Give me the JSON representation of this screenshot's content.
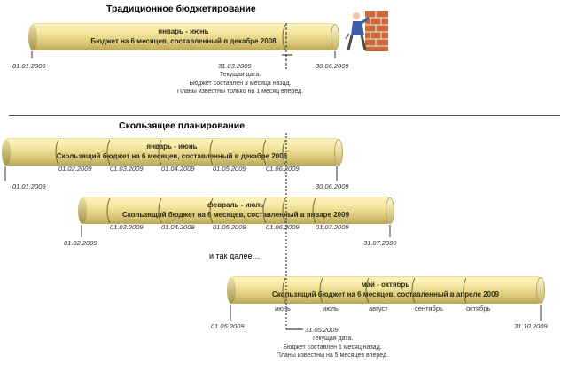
{
  "traditional": {
    "title": "Традиционное бюджетирование",
    "bar_line1": "январь - июнь",
    "bar_line2": "Бюджет на 6 месяцев, составленный в декабре 2008",
    "date_start": "01.01.2009",
    "date_now": "31.03.2009",
    "date_end": "30.06.2009",
    "note_lines": [
      "Текущая дата.",
      "Бюджет составлен 3 месяца назад.",
      "Планы известны только на 1 месяц вперед."
    ]
  },
  "rolling": {
    "title": "Скользящее планирование",
    "bar1": {
      "line1": "январь - июнь",
      "line2": "Скользящий бюджет на 6 месяцев, составленный в декабре 2008",
      "inner_dates": [
        "01.02.2009",
        "01.03.2009",
        "01.04.2009",
        "01.05.2009",
        "01.06.2009"
      ],
      "date_start": "01.01.2009",
      "date_end": "30.06.2009"
    },
    "bar2": {
      "line1": "февраль - июль",
      "line2": "Скользящий бюджет на 6 месяцев, составленный в январе 2009",
      "inner_dates": [
        "01.03.2009",
        "01.04.2009",
        "01.05.2009",
        "01.06.2009",
        "01.07.2009"
      ],
      "date_start": "01.02.2009",
      "date_end": "31.07.2009"
    },
    "ellipsis": "и так далее…",
    "bar3": {
      "line1": "май - октябрь",
      "line2": "Скользящий бюджет на 6 месяцев, составленный в апреле 2009",
      "months": [
        "июнь",
        "июль",
        "август",
        "сентябрь",
        "октябрь"
      ],
      "date_start": "01.05.2009",
      "date_end": "31.10.2009"
    },
    "date_now": "31.05.2009",
    "note_lines": [
      "Текущая дата.",
      "Бюджет составлен 1 месяц назад.",
      "Планы известны на 5 месяцев вперед."
    ]
  },
  "colors": {
    "bar": "#f6e9a4",
    "bar_shadow": "#b9a65a",
    "now_line": "#555555"
  }
}
